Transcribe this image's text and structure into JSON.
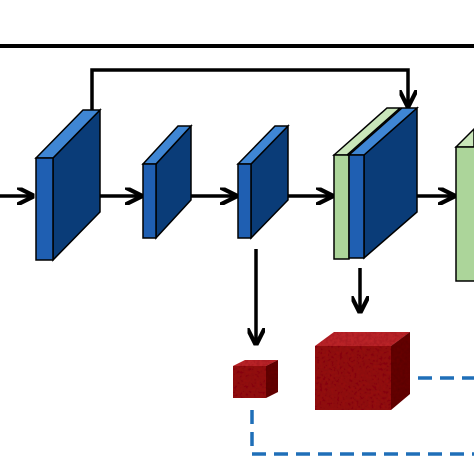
{
  "diagram": {
    "type": "network-architecture",
    "colors": {
      "block_front": "#1f5fb2",
      "block_side": "#0a3c78",
      "block_top": "#3f86d4",
      "concat_front": "#acd59a",
      "concat_side": "#7faf6c",
      "concat_top": "#c9e6b9",
      "volume_fill": "#9b0a10",
      "volume_dark": "#6a0206",
      "volume_light": "#c3262c",
      "arrow": "#000000",
      "dashed_line": "#1f6fb8"
    },
    "blocks": [
      {
        "id": "encoder-block-1",
        "kind": "feature-map"
      },
      {
        "id": "encoder-block-2",
        "kind": "feature-map"
      },
      {
        "id": "encoder-block-3",
        "kind": "feature-map"
      },
      {
        "id": "concat-block",
        "kind": "concatenation"
      },
      {
        "id": "output-block",
        "kind": "concatenation-partial"
      }
    ],
    "volumes": [
      {
        "id": "small-output-volume"
      },
      {
        "id": "large-output-volume"
      }
    ],
    "connections": [
      {
        "from": "left-edge",
        "to": "encoder-block-1",
        "style": "solid-arrow"
      },
      {
        "from": "encoder-block-1",
        "to": "encoder-block-2",
        "style": "solid-arrow"
      },
      {
        "from": "encoder-block-2",
        "to": "encoder-block-3",
        "style": "solid-arrow"
      },
      {
        "from": "encoder-block-3",
        "to": "concat-block",
        "style": "solid-arrow"
      },
      {
        "from": "concat-block",
        "to": "output-block",
        "style": "solid-arrow"
      },
      {
        "from": "encoder-block-1",
        "to": "concat-block",
        "style": "skip-connection"
      },
      {
        "from": "encoder-block-3",
        "to": "small-output-volume",
        "style": "solid-arrow"
      },
      {
        "from": "concat-block",
        "to": "large-output-volume",
        "style": "solid-arrow"
      },
      {
        "from": "small-output-volume",
        "to": "right-edge",
        "style": "dashed-line"
      },
      {
        "from": "large-output-volume",
        "to": "right-edge",
        "style": "dashed-line"
      }
    ]
  }
}
